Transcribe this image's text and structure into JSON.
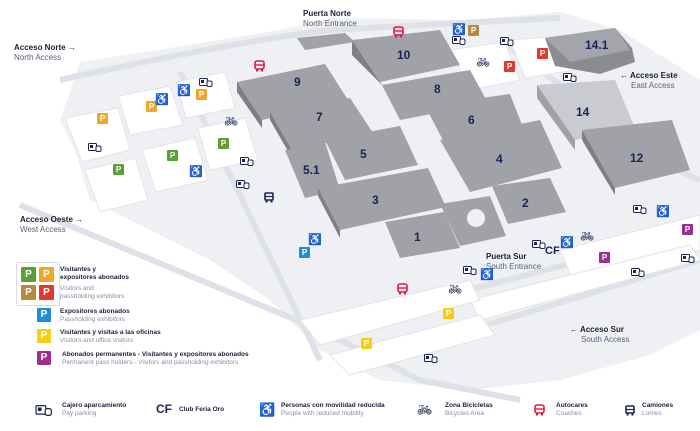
{
  "colors": {
    "parking_green": "#5aa033",
    "parking_orange": "#eea726",
    "parking_brown": "#b58a3c",
    "parking_red": "#e03a2e",
    "parking_blue": "#1e8fd6",
    "parking_yellow": "#f5cd12",
    "parking_purple": "#9a2f8f",
    "coach_red": "#e5173f",
    "navy": "#1d2254"
  },
  "accesses": [
    {
      "title": "Acceso Norte",
      "subtitle": "North Access",
      "arrow": "→"
    },
    {
      "title": "Acceso Este",
      "subtitle": "East Access",
      "arrow": "←"
    },
    {
      "title": "Acceso Oeste",
      "subtitle": "West Access",
      "arrow": "→"
    },
    {
      "title": "Acceso Sur",
      "subtitle": "South Access",
      "arrow": "←"
    }
  ],
  "entrances": [
    {
      "title": "Puerta Norte",
      "subtitle": "North Entrance"
    },
    {
      "title": "Puerta Sur",
      "subtitle": "South Entrance"
    }
  ],
  "halls": [
    "14.1",
    "10",
    "9",
    "8",
    "7",
    "6",
    "14",
    "5",
    "5.1",
    "4",
    "12",
    "3",
    "2",
    "1"
  ],
  "parking_letter": "P",
  "cf_label": "CF",
  "legend": {
    "parking": [
      {
        "title": "Visitantes y expositores abonados",
        "title_l1": "Visitantes y",
        "title_l2": "expositores abonados",
        "subtitle_l1": "Visitors and",
        "subtitle_l2": "passholding exhibitors"
      },
      {
        "title": "Expositores abonados",
        "subtitle": "Passholding exhibitors"
      },
      {
        "title": "Visitantes y visitas a las oficinas",
        "subtitle": "Visitors and office visitors"
      },
      {
        "title": "Abonados permanentes - Visitantes y expositores abonados",
        "subtitle": "Permanent pass holders - Visitors and passholding exhibitors"
      }
    ],
    "bottom": [
      {
        "icon": "pay-parking-icon",
        "title": "Cajero aparcamiento",
        "subtitle": "Pay parking"
      },
      {
        "icon": "club-feria-oro-icon",
        "title": "Club Feria Oro",
        "subtitle": ""
      },
      {
        "icon": "wheelchair-icon",
        "title": "Personas con movilidad reducida",
        "subtitle": "People with reduced mobility"
      },
      {
        "icon": "bicycle-icon",
        "title": "Zona Bicicletas",
        "subtitle": "Bicycles Area"
      },
      {
        "icon": "coach-icon",
        "title": "Autocares",
        "subtitle": "Coaches"
      },
      {
        "icon": "lorry-icon",
        "title": "Camiones",
        "subtitle": "Lorries"
      }
    ]
  }
}
